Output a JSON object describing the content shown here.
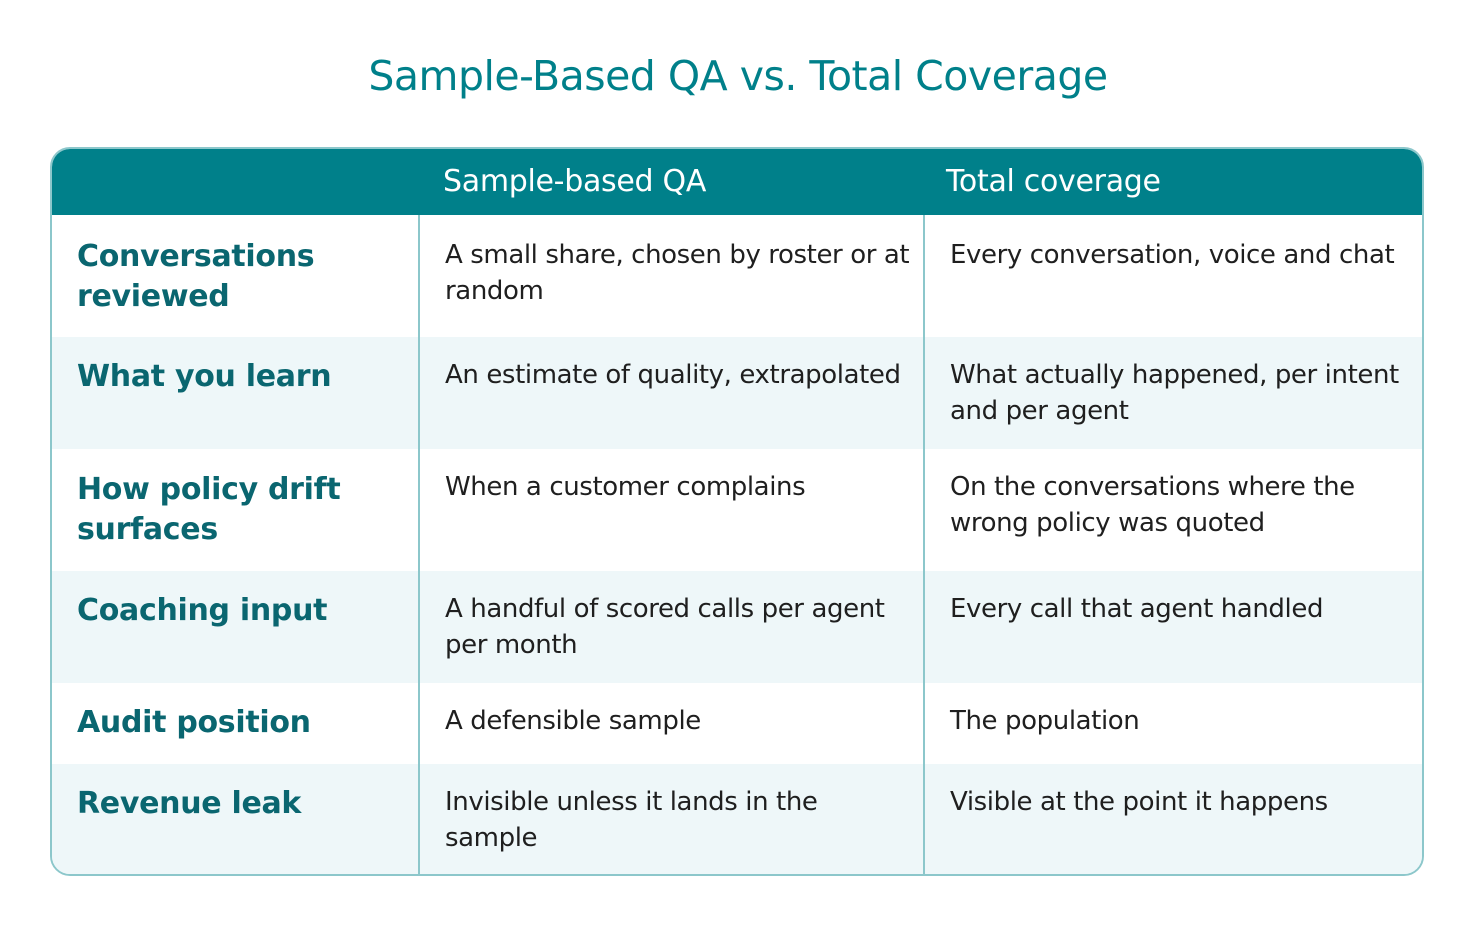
{
  "title": "Sample-Based QA vs. Total Coverage",
  "table": {
    "headers": [
      "",
      "Sample-based QA",
      "Total coverage"
    ],
    "rows": [
      {
        "label": "Conversations reviewed",
        "sample": "A small share, chosen by roster or at random",
        "total": "Every conversation, voice and chat"
      },
      {
        "label": "What you learn",
        "sample": "An estimate of quality, extrapolated",
        "total": "What actually happened, per intent and per agent"
      },
      {
        "label": "How policy drift surfaces",
        "sample": "When a customer complains",
        "total": "On the conversations where the wrong policy was quoted"
      },
      {
        "label": "Coaching input",
        "sample": "A handful of scored calls per agent per month",
        "total": "Every call that agent handled"
      },
      {
        "label": "Audit position",
        "sample": "A defensible sample",
        "total": "The population"
      },
      {
        "label": "Revenue leak",
        "sample": "Invisible unless it lands in the sample",
        "total": "Visible at the point it happens"
      }
    ]
  },
  "colors": {
    "accent": "#00808a",
    "border": "#8cc7cb",
    "row_alt": "#eef7f9",
    "label_text": "#0a6670"
  }
}
